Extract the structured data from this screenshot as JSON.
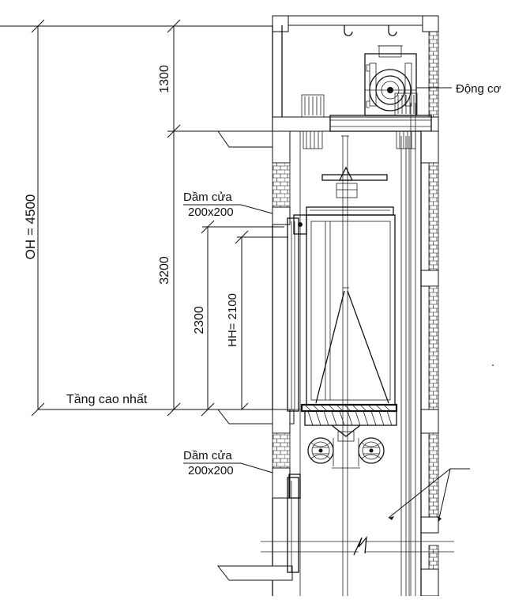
{
  "dimensions": {
    "oh": "OH = 4500",
    "top_clearance": "1300",
    "floor_height": "3200",
    "opening_height": "2300",
    "door_height": "HH= 2100"
  },
  "labels": {
    "motor": "Động cơ",
    "top_floor": "Tầng cao nhất",
    "door_beam_upper_title": "Dầm cửa",
    "door_beam_upper_size": "200x200",
    "door_beam_lower_title": "Dầm cửa",
    "door_beam_lower_size": "200x200"
  }
}
